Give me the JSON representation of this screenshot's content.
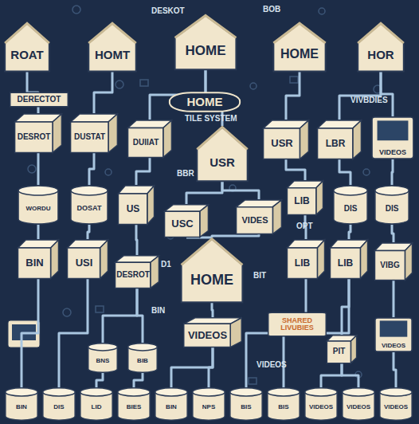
{
  "diagram": {
    "nodes": [
      {
        "text": [
          "ROAT"
        ]
      },
      {
        "text": [
          "HOMT"
        ]
      },
      {
        "text": [
          "HOME"
        ]
      },
      {
        "text": [
          "HOME"
        ]
      },
      {
        "text": [
          "HOR"
        ]
      },
      {
        "text": [
          "DERECTOT"
        ]
      },
      {
        "text": [
          "HOME"
        ]
      },
      {
        "text": [
          "DESROT"
        ]
      },
      {
        "text": [
          "DUSTAT"
        ]
      },
      {
        "text": [
          "DUIIAT"
        ]
      },
      {
        "text": [
          "USR"
        ]
      },
      {
        "text": [
          "USR"
        ]
      },
      {
        "text": [
          "LBR"
        ]
      },
      {
        "text": [
          "VIDEOS"
        ]
      },
      {
        "text": [
          "WORDU"
        ]
      },
      {
        "text": [
          "DOSAT"
        ]
      },
      {
        "text": [
          "US"
        ]
      },
      {
        "text": [
          "USC"
        ]
      },
      {
        "text": [
          "VIDES"
        ]
      },
      {
        "text": [
          "LIB"
        ]
      },
      {
        "text": [
          "DIS"
        ]
      },
      {
        "text": [
          "DIS"
        ]
      },
      {
        "text": [
          "BIN"
        ]
      },
      {
        "text": [
          "USI"
        ]
      },
      {
        "text": [
          "DESROT"
        ]
      },
      {
        "text": [
          "HOME"
        ]
      },
      {
        "text": [
          "LIB"
        ]
      },
      {
        "text": [
          "LIB"
        ]
      },
      {
        "text": [
          "VIBG"
        ]
      },
      {
        "text": [
          "VIDEOS"
        ]
      },
      {
        "text": [
          "BNS"
        ]
      },
      {
        "text": [
          "BIB"
        ]
      },
      {
        "text": [
          "PIT"
        ]
      },
      {
        "text": [
          "BIN"
        ]
      },
      {
        "text": [
          "DIS"
        ]
      },
      {
        "text": [
          "LID"
        ]
      },
      {
        "text": [
          "BIES"
        ]
      },
      {
        "text": [
          "BIN"
        ]
      },
      {
        "text": [
          "NPS"
        ]
      },
      {
        "text": [
          "BIS"
        ]
      },
      {
        "text": [
          "BIS"
        ]
      },
      {
        "text": [
          "VIDEOS"
        ]
      },
      {
        "text": [
          "VIDEOS"
        ]
      },
      {
        "text": [
          "VIDEOS"
        ]
      },
      {
        "text": [
          "VIDEOS"
        ]
      },
      {
        "text": [
          "SHARED LIVUBIES"
        ]
      }
    ],
    "edges": [
      {
        "from": 0,
        "to": 7,
        "arrow": "none"
      },
      {
        "from": 1,
        "to": 8,
        "arrow": "none"
      },
      {
        "from": 2,
        "to": 9,
        "arrow": "none"
      },
      {
        "from": 2,
        "to": 10,
        "arrow": "none"
      },
      {
        "from": 3,
        "to": 11,
        "arrow": "none"
      },
      {
        "from": 4,
        "to": 12,
        "arrow": "none"
      },
      {
        "from": 4,
        "to": 13,
        "arrow": "none"
      },
      {
        "from": 7,
        "to": 14,
        "arrow": "none"
      },
      {
        "from": 8,
        "to": 15,
        "arrow": "none"
      },
      {
        "from": 9,
        "to": 16,
        "arrow": "none"
      },
      {
        "from": 10,
        "to": 17,
        "arrow": "none"
      },
      {
        "from": 10,
        "to": 18,
        "arrow": "none"
      },
      {
        "from": 11,
        "to": 19,
        "arrow": "none"
      },
      {
        "from": 12,
        "to": 20,
        "arrow": "none"
      },
      {
        "from": 13,
        "to": 21,
        "arrow": "none"
      },
      {
        "from": 14,
        "to": 22,
        "arrow": "none"
      },
      {
        "from": 15,
        "to": 23,
        "arrow": "none"
      },
      {
        "from": 16,
        "to": 24,
        "arrow": "none"
      },
      {
        "from": 17,
        "to": 25,
        "arrow": "none"
      },
      {
        "from": 18,
        "to": 25,
        "arrow": "none"
      },
      {
        "from": 19,
        "to": 26,
        "arrow": "none"
      },
      {
        "from": 20,
        "to": 27,
        "arrow": "none"
      },
      {
        "from": 21,
        "to": 28,
        "arrow": "none"
      },
      {
        "from": 25,
        "to": 29,
        "arrow": "none"
      },
      {
        "from": 22,
        "to": 33,
        "arrow": "none"
      },
      {
        "from": 23,
        "to": 34,
        "arrow": "none"
      },
      {
        "from": 24,
        "to": 30,
        "arrow": "none"
      },
      {
        "from": 24,
        "to": 31,
        "arrow": "none"
      },
      {
        "from": 30,
        "to": 35,
        "arrow": "none"
      },
      {
        "from": 31,
        "to": 36,
        "arrow": "none"
      },
      {
        "from": 29,
        "to": 37,
        "arrow": "none"
      },
      {
        "from": 29,
        "to": 38,
        "arrow": "none"
      },
      {
        "from": 26,
        "to": 39,
        "arrow": "none"
      },
      {
        "from": 27,
        "to": 40,
        "arrow": "none"
      },
      {
        "from": 27,
        "to": 32,
        "arrow": "none"
      },
      {
        "from": 32,
        "to": 41,
        "arrow": "none"
      },
      {
        "from": 32,
        "to": 42,
        "arrow": "none"
      },
      {
        "from": 28,
        "to": 44,
        "arrow": "none"
      },
      {
        "from": 44,
        "to": 43,
        "arrow": "none"
      }
    ],
    "labels": [
      "DESKOT",
      "BOB",
      "TILE SYSTEM",
      "VIVBDIES",
      "BBR",
      "OPT",
      "D1",
      "BIT",
      "BIN",
      "VIDEOS"
    ]
  }
}
